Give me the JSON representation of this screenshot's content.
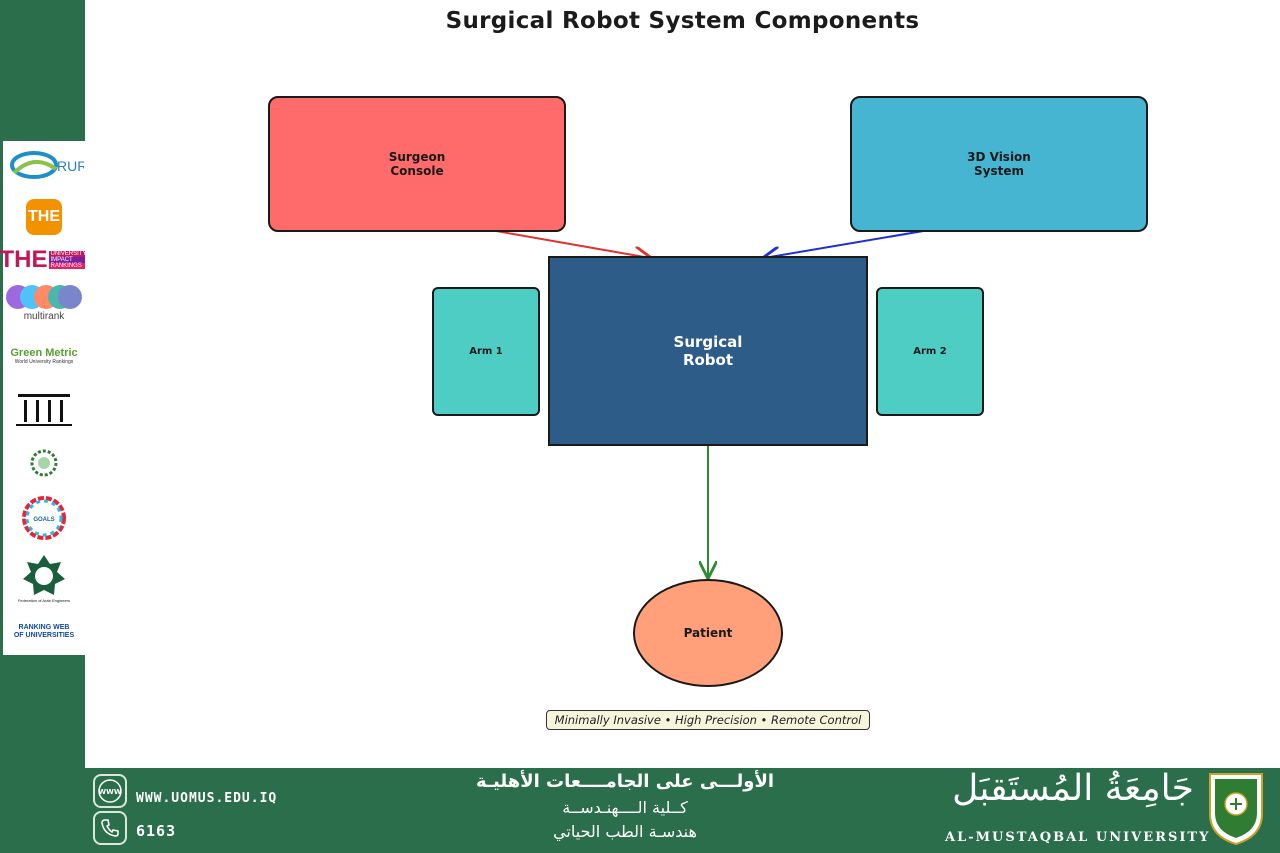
{
  "diagram": {
    "title": "Surgical Robot System Components",
    "nodes": {
      "surgeon_console": "Surgeon\nConsole",
      "vision_system": "3D Vision\nSystem",
      "surgical_robot": "Surgical\nRobot",
      "arm1": "Arm 1",
      "arm2": "Arm 2",
      "patient": "Patient"
    },
    "edges": [
      {
        "from": "surgeon_console",
        "to": "surgical_robot",
        "type": "bidirectional",
        "color": "#e0312e"
      },
      {
        "from": "vision_system",
        "to": "surgical_robot",
        "type": "bidirectional",
        "color": "#1f2fd6"
      },
      {
        "from": "surgical_robot",
        "to": "patient",
        "type": "directed",
        "color": "#2e8b2e"
      }
    ],
    "tagline": "Minimally Invasive • High Precision • Remote Control"
  },
  "sidebar": {
    "rankings": [
      {
        "name": "rur-logo",
        "text": "RUR"
      },
      {
        "name": "the-logo",
        "text": "THE"
      },
      {
        "name": "the-impact-logo",
        "text": "THE",
        "sub": [
          "UNIVERSITY",
          "IMPACT",
          "RANKINGS"
        ]
      },
      {
        "name": "multirank-logo",
        "text": "multirank"
      },
      {
        "name": "greenmetric-logo",
        "text": "Green Metric",
        "sub": [
          "World University Rankings"
        ]
      },
      {
        "name": "institution-logo",
        "text": ""
      },
      {
        "name": "arab-universities-logo",
        "text": ""
      },
      {
        "name": "sdg-logo",
        "text": "GOALS"
      },
      {
        "name": "arab-engineers-logo",
        "text": "Federation of Arab Engineers"
      },
      {
        "name": "webometrics-logo",
        "text": "RANKING WEB OF UNIVERSITIES"
      }
    ]
  },
  "footer": {
    "website": "WWW.UOMUS.EDU.IQ",
    "phone": "6163",
    "web_icon_text": "WWW",
    "slogan_line1": "الأولـــى على الجامــــعات الأهليـة",
    "slogan_line2": "كــلية الــــهنـدســة",
    "slogan_line3": "هندسـة الطب الحياتي",
    "university_ar": "جَامِعَةُ المُستَقبَل",
    "university_en": "AL-MUSTAQBAL UNIVERSITY"
  }
}
